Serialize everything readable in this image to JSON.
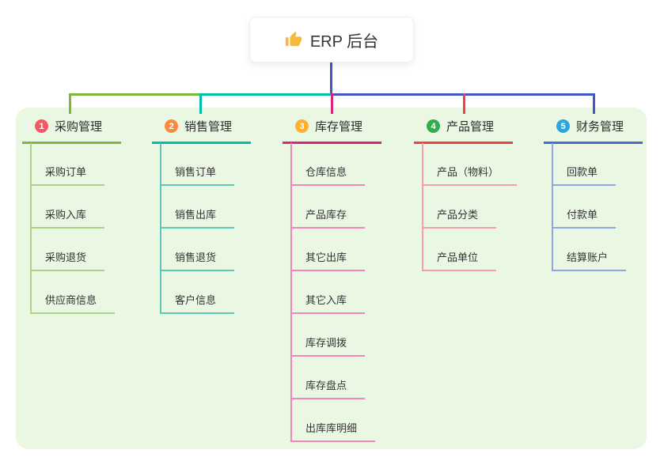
{
  "root": {
    "icon": "thumbs-up-icon",
    "label": "ERP 后台"
  },
  "branches": [
    {
      "badge": "1",
      "label": "采购管理",
      "accent_color": "#7cb93b",
      "badge_color": "#f65863",
      "sub_line_color": "#abd48a",
      "items": [
        "采购订单",
        "采购入库",
        "采购退货",
        "供应商信息"
      ]
    },
    {
      "badge": "2",
      "label": "销售管理",
      "accent_color": "#00bfa8",
      "badge_color": "#fb8a3d",
      "sub_line_color": "#5ac8b8",
      "items": [
        "销售订单",
        "销售出库",
        "销售退货",
        "客户信息"
      ]
    },
    {
      "badge": "3",
      "label": "库存管理",
      "accent_color": "#d9267d",
      "badge_color": "#ffb02e",
      "sub_line_color": "#f287b9",
      "items": [
        "仓库信息",
        "产品库存",
        "其它出库",
        "其它入库",
        "库存调拨",
        "库存盘点",
        "出库库明细"
      ]
    },
    {
      "badge": "4",
      "label": "产品管理",
      "accent_color": "#ef4043",
      "badge_color": "#2fae4d",
      "sub_line_color": "#f5a0a0",
      "items": [
        "产品（物料）",
        "产品分类",
        "产品单位"
      ]
    },
    {
      "badge": "5",
      "label": "财务管理",
      "accent_color": "#4a69d2",
      "badge_color": "#2aa7e0",
      "sub_line_color": "#8fa7e0",
      "items": [
        "回款单",
        "付款单",
        "结算账户"
      ]
    }
  ],
  "colors": {
    "panel_background": "#eaf7e3",
    "root_connector": "#4456c4",
    "root_card_background": "#ffffff"
  }
}
